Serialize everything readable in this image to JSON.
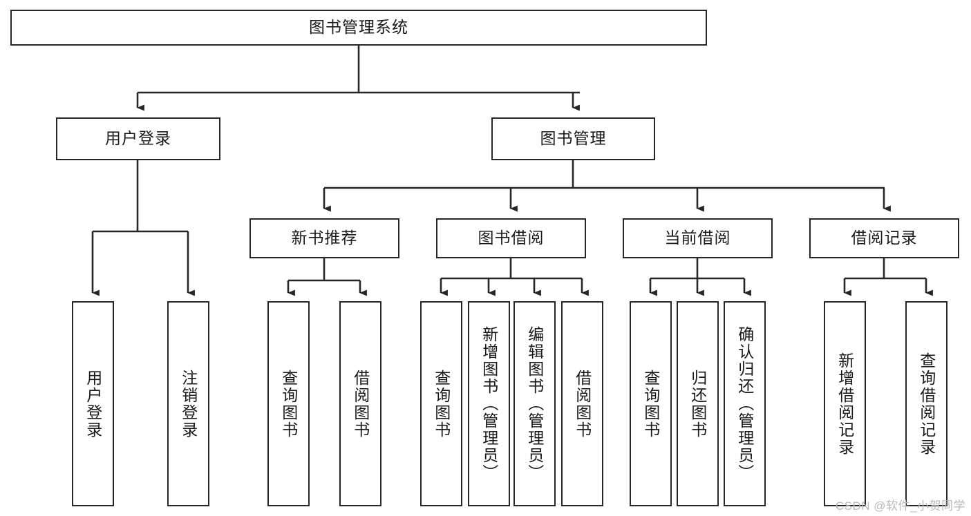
{
  "diagram": {
    "title": "图书管理系统",
    "watermark": "CSDN @软件_小贺同学",
    "level2": {
      "user_login": "用户登录",
      "book_manage": "图书管理"
    },
    "level3": {
      "new_book_rec": "新书推荐",
      "book_borrow": "图书借阅",
      "current_borrow": "当前借阅",
      "borrow_record": "借阅记录"
    },
    "leaves": {
      "user_login_1": "用户登录",
      "user_login_2": "注销登录",
      "new_book_1": "查询图书",
      "new_book_2": "借阅图书",
      "borrow_1": "查询图书",
      "borrow_2": "新增图书（管理员）",
      "borrow_3": "编辑图书（管理员）",
      "borrow_4": "借阅图书",
      "current_1": "查询图书",
      "current_2": "归还图书",
      "current_3": "确认归还（管理员）",
      "record_1": "新增借阅记录",
      "record_2": "查询借阅记录"
    },
    "colors": {
      "stroke": "#262626",
      "fill": "#ffffff",
      "text": "#1a1a1a",
      "watermark": "#b9b9b9"
    }
  }
}
